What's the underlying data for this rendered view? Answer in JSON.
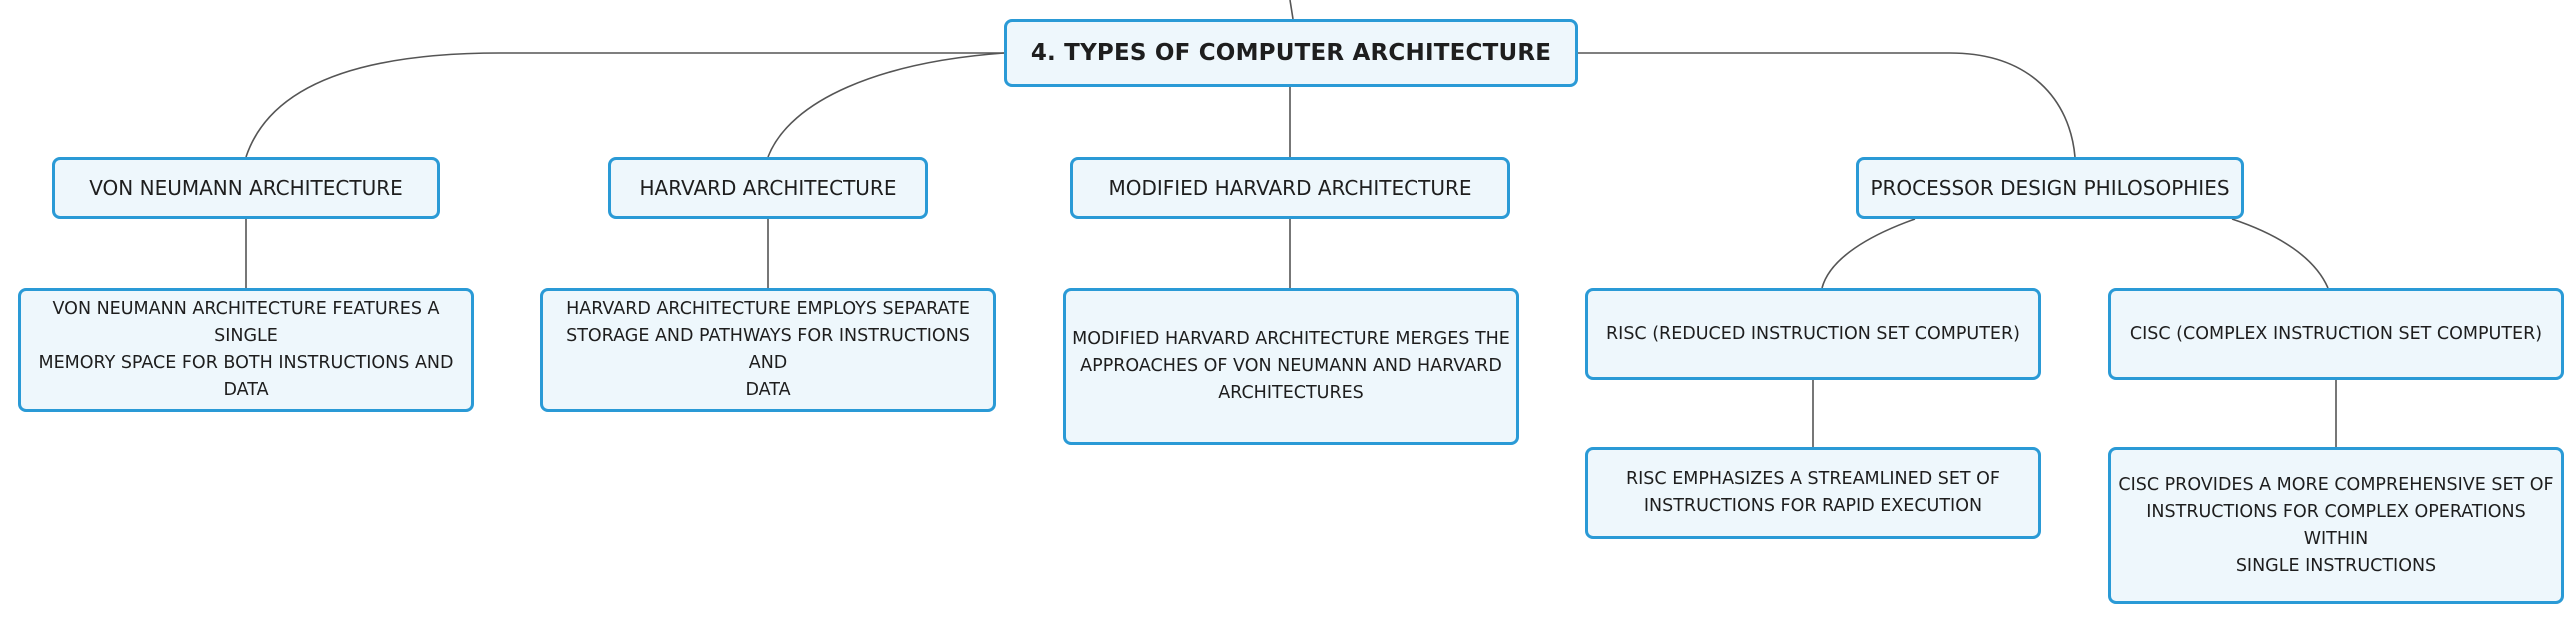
{
  "mindmap": {
    "root": {
      "label": "4. TYPES OF COMPUTER ARCHITECTURE"
    },
    "von_neumann": {
      "label": "VON NEUMANN ARCHITECTURE",
      "detail": [
        "VON NEUMANN ARCHITECTURE FEATURES A SINGLE",
        "MEMORY SPACE FOR BOTH INSTRUCTIONS AND",
        "DATA"
      ]
    },
    "harvard": {
      "label": "HARVARD ARCHITECTURE",
      "detail": [
        "HARVARD ARCHITECTURE EMPLOYS SEPARATE",
        "STORAGE AND PATHWAYS FOR INSTRUCTIONS AND",
        "DATA"
      ]
    },
    "modified_harvard": {
      "label": "MODIFIED HARVARD ARCHITECTURE",
      "detail": [
        "MODIFIED HARVARD ARCHITECTURE MERGES THE",
        "APPROACHES OF VON NEUMANN AND HARVARD",
        "ARCHITECTURES"
      ]
    },
    "processor_design": {
      "label": "PROCESSOR DESIGN PHILOSOPHIES",
      "risc": {
        "label": "RISC (REDUCED INSTRUCTION SET COMPUTER)",
        "detail": [
          "RISC EMPHASIZES A STREAMLINED SET OF",
          "INSTRUCTIONS FOR RAPID EXECUTION"
        ]
      },
      "cisc": {
        "label": "CISC (COMPLEX INSTRUCTION SET COMPUTER)",
        "detail": [
          "CISC PROVIDES A MORE COMPREHENSIVE SET OF",
          "INSTRUCTIONS FOR COMPLEX OPERATIONS WITHIN",
          "SINGLE INSTRUCTIONS"
        ]
      }
    }
  },
  "colors": {
    "node_border": "#2a9ad6",
    "node_fill": "#eef7fc",
    "connector": "#555555",
    "text": "#1e1e1e"
  }
}
